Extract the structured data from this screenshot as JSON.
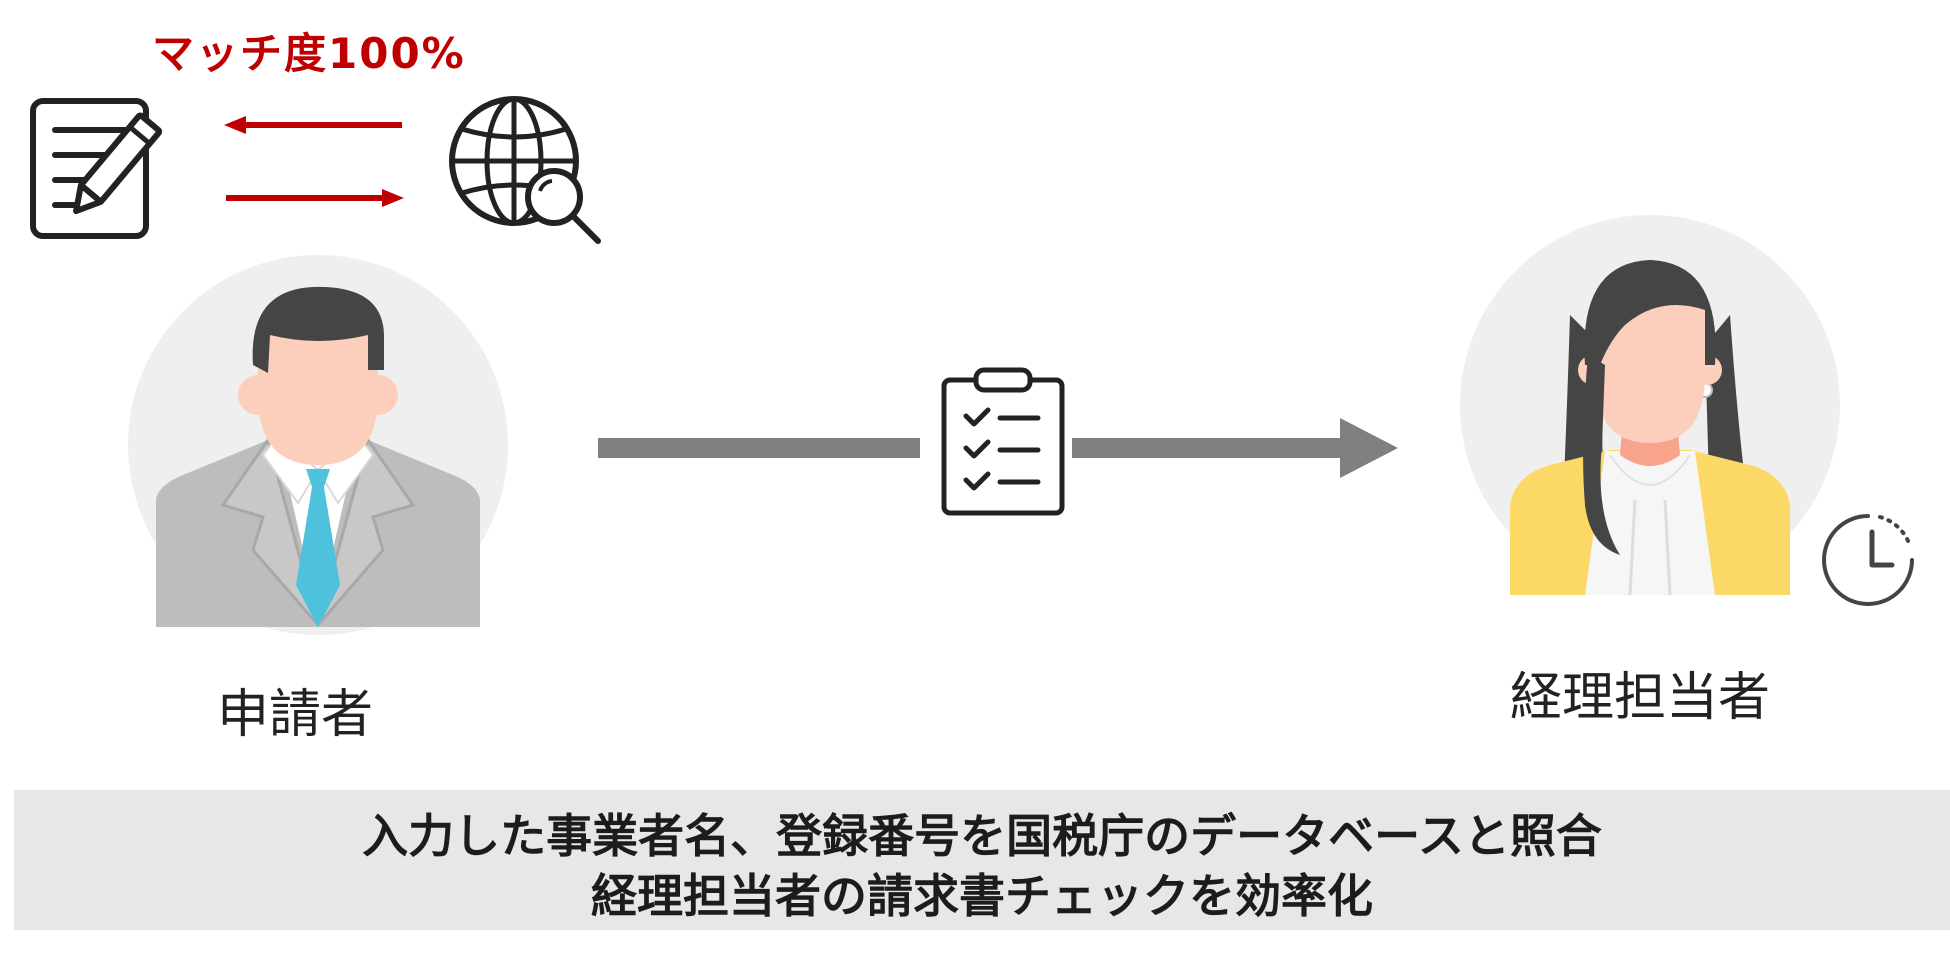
{
  "match_label": "マッチ度100%",
  "applicant": {
    "label": "申請者"
  },
  "accountant": {
    "label": "経理担当者"
  },
  "banner": {
    "line1": "入力した事業者名、登録番号を国税庁のデータベースと照合",
    "line2": "経理担当者の請求書チェックを効率化"
  },
  "colors": {
    "accent_red": "#c00000",
    "arrow_gray": "#808080",
    "banner_bg": "#e7e7e7",
    "circle_bg": "#efefef",
    "skin": "#fccfbd",
    "tie_blue": "#4ec1dd",
    "cardigan_yellow": "#fcd966"
  },
  "icons": {
    "document": "document-edit-icon",
    "globe": "globe-search-icon",
    "clipboard": "checklist-clipboard-icon",
    "clock": "clock-icon"
  }
}
